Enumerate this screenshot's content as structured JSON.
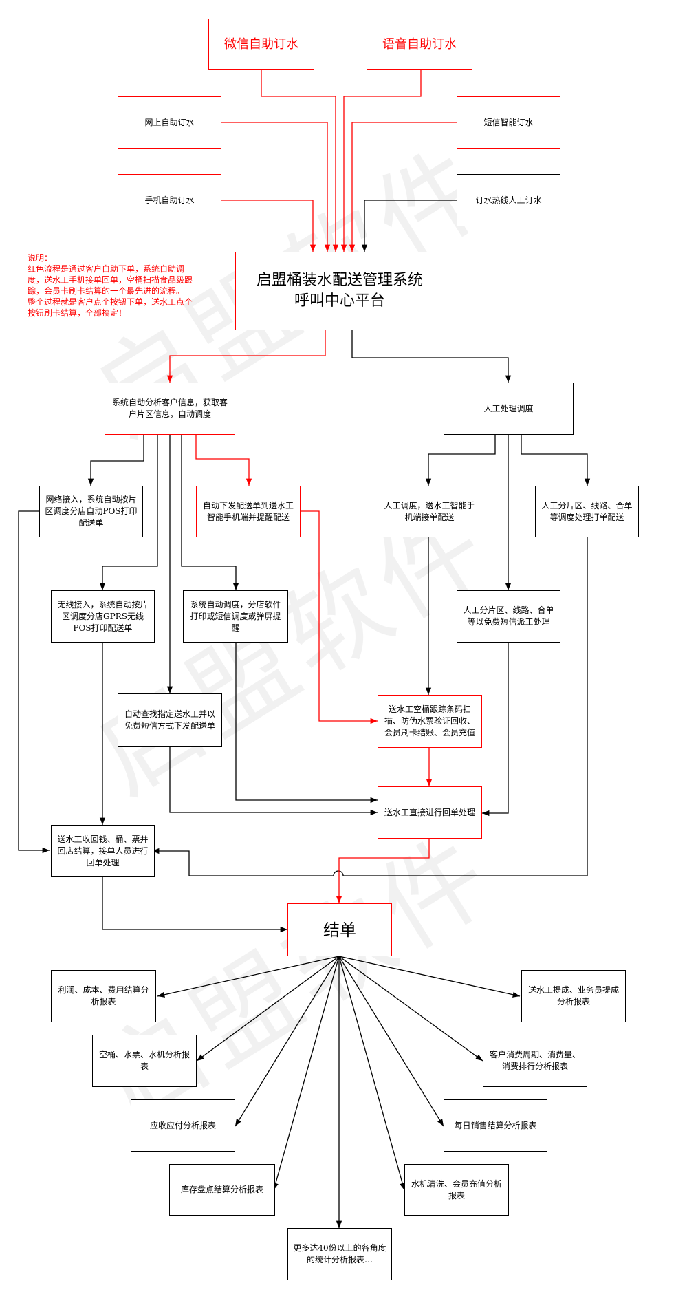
{
  "watermark": "启盟软件",
  "note": "说明：\n        红色流程是通过客户自助下单，系统自助调度，送水工手机接单回单，空桶扫描食品级跟踪，会员卡刷卡结算的一个最先进的流程。\n        整个过程就是客户点个按钮下单，送水工点个按钮刷卡结算，全部搞定！",
  "colors": {
    "red": "#ff0000",
    "black": "#000000"
  },
  "nodes": {
    "wechat": "微信自助订水",
    "voice": "语音自助订水",
    "web": "网上自助订水",
    "sms": "短信智能订水",
    "mobile": "手机自助订水",
    "hotline": "订水热线人工订水",
    "center": "启盟桶装水配送管理系统\n呼叫中心平台",
    "auto_analysis": "系统自动分析客户信息，获取客户片区信息，自动调度",
    "manual_dispatch": "人工处理调度",
    "network": "网络接入，系统自动按片区调度分店自动POS打印配送单",
    "auto_push": "自动下发配送单到送水工智能手机端并提醒配送",
    "manual_phone": "人工调度，送水工智能手机端接单配送",
    "manual_print": "人工分片区、线路、合单等调度处理打单配送",
    "wireless": "无线接入，系统自动按片区调度分店GPRS无线POS打印配送单",
    "branch_auto": "系统自动调度，分店软件打印或短信调度或弹屏提醒",
    "manual_sms": "人工分片区、线路、合单等以免费短信派工处理",
    "auto_find": "自动查找指定送水工并以免费短信方式下发配送单",
    "scan": "送水工空桶跟踪条码扫描、防伪水票验证回收、会员刷卡结账、会员充值",
    "direct_return": "送水工直接进行回单处理",
    "return_store": "送水工收回钱、桶、票并回店结算，接单人员进行回单处理",
    "close": "结单",
    "report_profit": "利润、成本、费用结算分析报表",
    "report_commission": "送水工提成、业务员提成分析报表",
    "report_bucket": "空桶、水票、水机分析报表",
    "report_customer": "客户消费周期、消费量、消费排行分析报表",
    "report_ar": "应收应付分析报表",
    "report_daily": "每日销售结算分析报表",
    "report_inventory": "库存盘点结算分析报表",
    "report_clean": "水机清洗、会员充值分析报表",
    "report_more": "更多达40份以上的各角度的统计分析报表…"
  }
}
